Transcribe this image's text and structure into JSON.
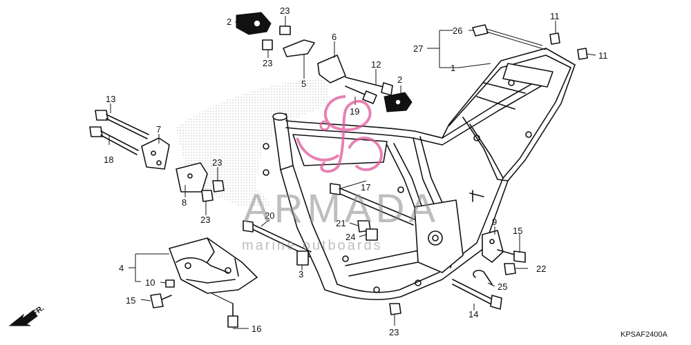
{
  "callouts": {
    "c1": "1",
    "c2a": "2",
    "c2b": "2",
    "c3": "3",
    "c4": "4",
    "c5": "5",
    "c6": "6",
    "c7": "7",
    "c8": "8",
    "c9": "9",
    "c10": "10",
    "c11a": "11",
    "c11b": "11",
    "c12": "12",
    "c13": "13",
    "c14": "14",
    "c15a": "15",
    "c15b": "15",
    "c16": "16",
    "c17": "17",
    "c18": "18",
    "c19": "19",
    "c20": "20",
    "c21": "21",
    "c22": "22",
    "c23a": "23",
    "c23b": "23",
    "c23c": "23",
    "c23d": "23",
    "c23e": "23",
    "c24": "24",
    "c25": "25",
    "c26": "26",
    "c27": "27"
  },
  "diagram_code": "KPSAF2400A",
  "direction_label": "FR.",
  "watermark": {
    "brand": "ARMADA",
    "tagline": "marine outboards"
  },
  "colors": {
    "line": "#111111",
    "watermark_text": "#8a8a8a",
    "watermark_logo": "#e0589a"
  }
}
